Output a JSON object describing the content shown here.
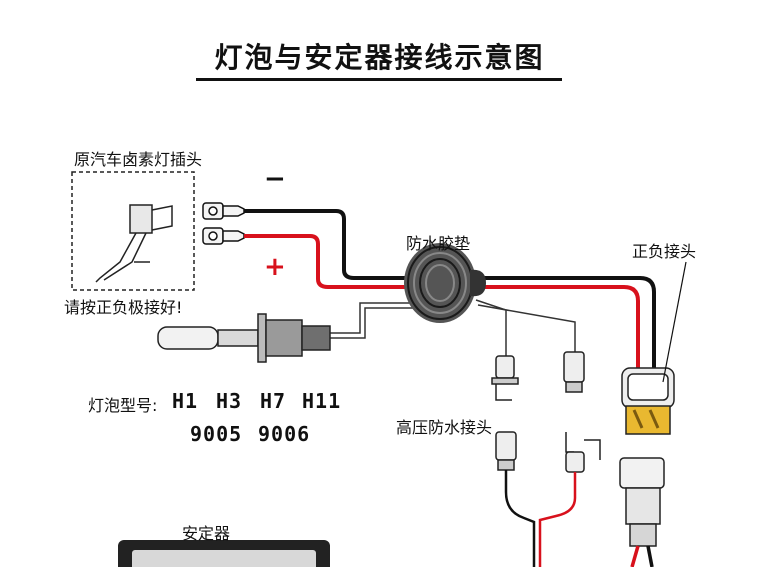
{
  "title": "灯泡与安定器接线示意图",
  "labels": {
    "original_plug": "原汽车卤素灯插头",
    "polarity_note": "请按正负极接好!",
    "rubber_grommet": "防水胶垫",
    "pos_neg_connector": "正负接头",
    "bulb_model_label": "灯泡型号:",
    "hv_connector": "高压防水接头",
    "ballast": "安定器"
  },
  "signs": {
    "negative": "−",
    "positive": "+"
  },
  "bulb_models": {
    "row1": [
      "H1",
      "H3",
      "H7",
      "H11"
    ],
    "row2": [
      "9005",
      "9006"
    ]
  },
  "colors": {
    "positive_wire": "#d8111c",
    "negative_wire": "#111111",
    "connector_amber": "#e9b830"
  }
}
